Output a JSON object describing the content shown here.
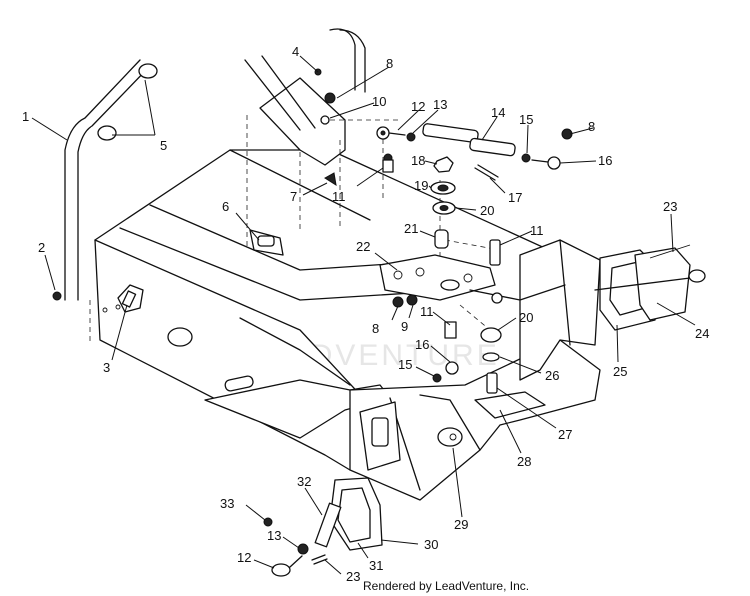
{
  "watermark": "LEADVENTURE",
  "credit": "Rendered by LeadVenture, Inc.",
  "callouts": {
    "c1": "1",
    "c2": "2",
    "c3": "3",
    "c4": "4",
    "c5": "5",
    "c6": "6",
    "c7": "7",
    "c8a": "8",
    "c8b": "8",
    "c8c": "8",
    "c9": "9",
    "c10": "10",
    "c11a": "11",
    "c11b": "11",
    "c11c": "11",
    "c12a": "12",
    "c12b": "12",
    "c13a": "13",
    "c13b": "13",
    "c14": "14",
    "c15a": "15",
    "c15b": "15",
    "c16a": "16",
    "c16b": "16",
    "c17": "17",
    "c18": "18",
    "c19": "19",
    "c20a": "20",
    "c20b": "20",
    "c21": "21",
    "c22": "22",
    "c23a": "23",
    "c23b": "23",
    "c24": "24",
    "c25": "25",
    "c26": "26",
    "c27": "27",
    "c28": "28",
    "c29": "29",
    "c30": "30",
    "c31": "31",
    "c32": "32",
    "c33": "33"
  }
}
